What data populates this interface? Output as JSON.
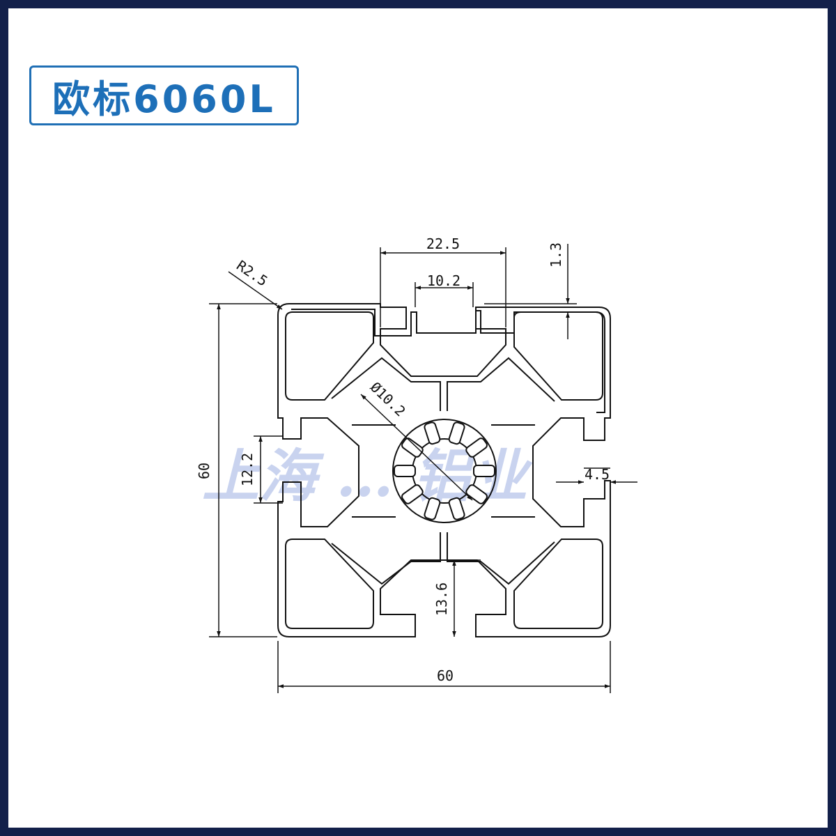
{
  "title": "欧标6060L",
  "watermark": "上海 … 铝业",
  "colors": {
    "frame": "#13204a",
    "title": "#1d6fb8",
    "title_border": "#1f6fb5",
    "line": "#111111",
    "watermark": "#c9d3ef"
  },
  "dimensions": {
    "top_width": "22.5",
    "slot_opening": "10.2",
    "wall": "1.3",
    "radius": "R2.5",
    "bore": "Ø10.2",
    "side_slot": "12.2",
    "side_depth": "4.5",
    "height": "60",
    "width": "60",
    "slot_depth": "13.6"
  }
}
